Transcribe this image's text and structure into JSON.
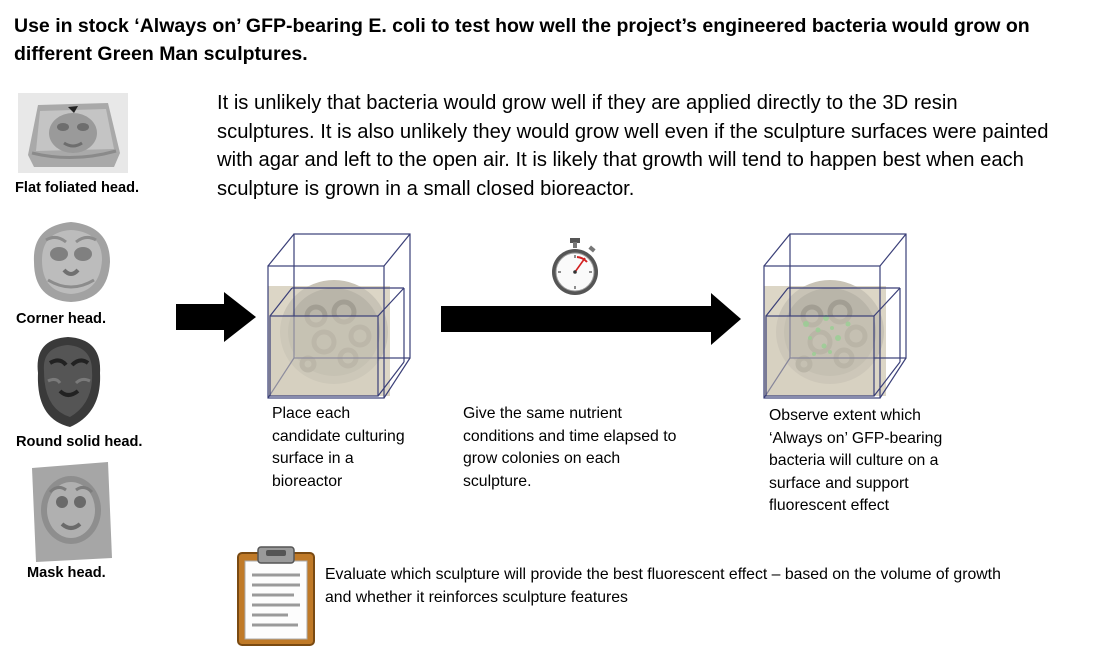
{
  "title": "Use in stock ‘Always on’ GFP-bearing E. coli to test how well the project’s engineered bacteria would grow on different Green Man sculptures.",
  "intro": "It is unlikely that bacteria would grow well if they are applied directly to the 3D resin sculptures. It is also unlikely they would grow well even if the sculpture surfaces were painted with agar and left to the open air. It is likely that growth will tend to happen best when each sculpture is grown in a small closed bioreactor.",
  "sculptures": [
    {
      "label": "Flat foliated head."
    },
    {
      "label": "Corner head."
    },
    {
      "label": "Round solid head."
    },
    {
      "label": "Mask head."
    }
  ],
  "steps": [
    {
      "text": "Place each candidate culturing surface in a bioreactor"
    },
    {
      "text": "Give the same nutrient conditions and time elapsed to grow colonies on each sculpture."
    },
    {
      "text": "Observe extent which ‘Always on’ GFP-bearing bacteria will culture on a surface and support fluorescent effect"
    }
  ],
  "evaluation": "Evaluate which sculpture will provide the best fluorescent effect – based on the volume of growth and whether it reinforces sculpture features",
  "icons": {
    "stopwatch": "stopwatch-icon",
    "clipboard": "clipboard-icon",
    "arrow": "right-arrow-icon",
    "bioreactor": "bioreactor-cube-icon"
  },
  "colors": {
    "arrow": "#000000",
    "cube_edge": "#3a3f78",
    "fluorescence": "#5fd36a",
    "stopwatch_hand": "#d22020"
  }
}
